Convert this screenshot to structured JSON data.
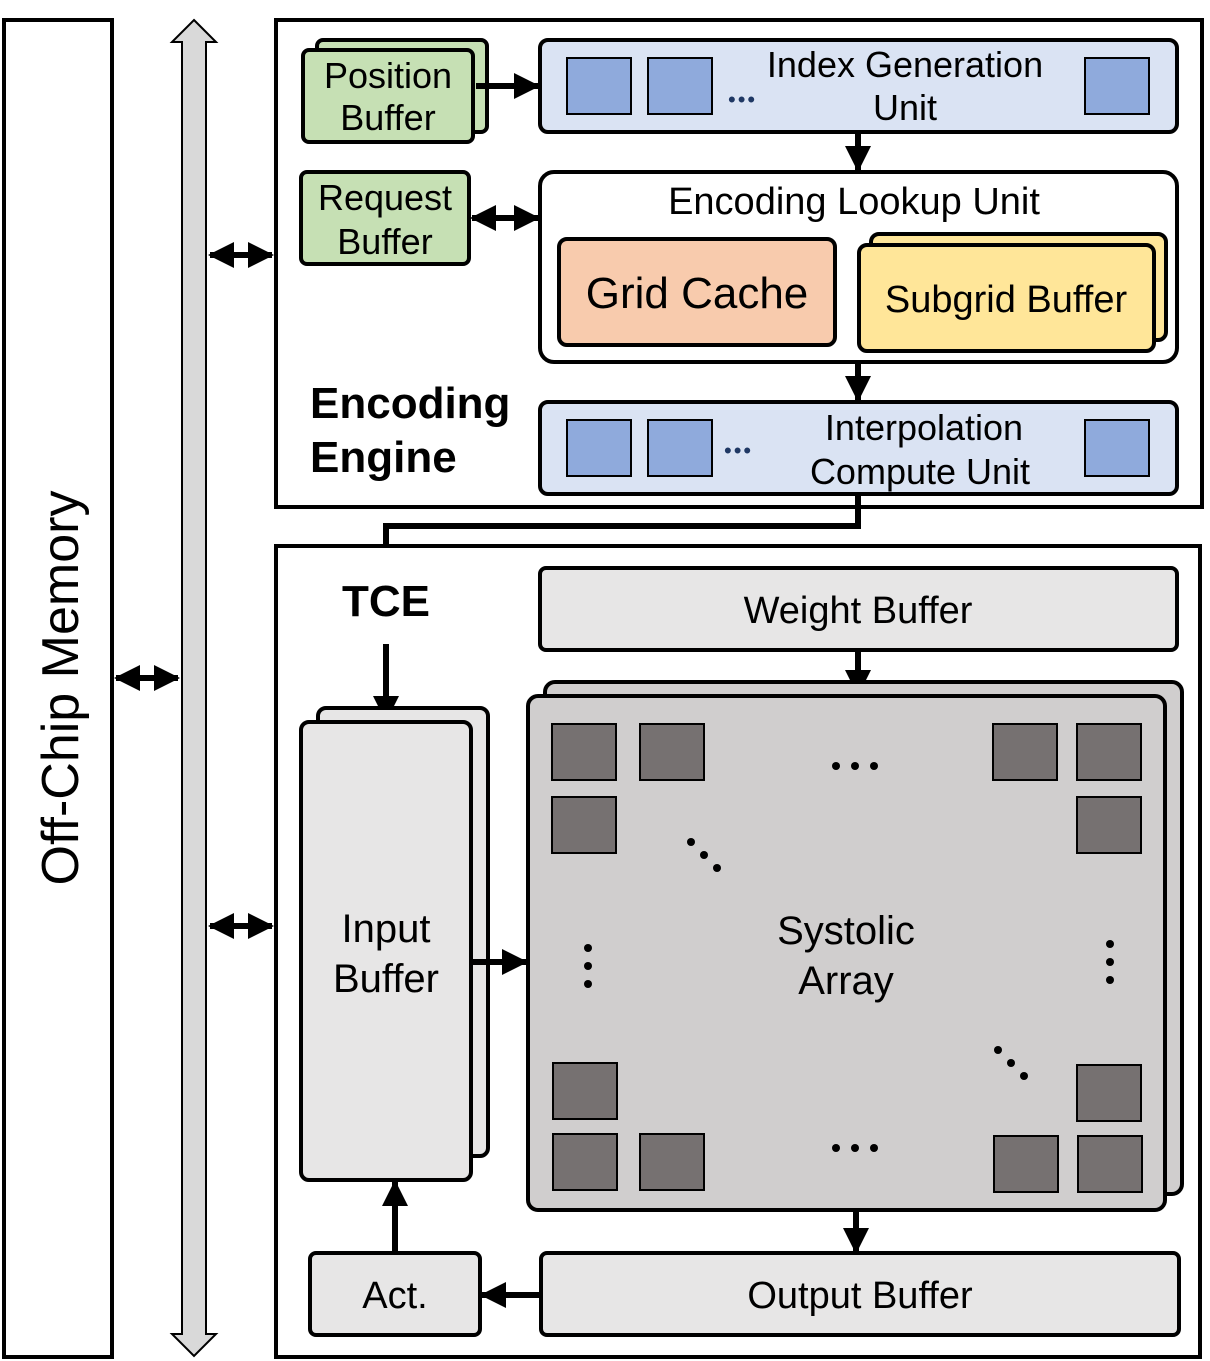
{
  "off_chip_memory": "Off-Chip Memory",
  "encoding_engine": {
    "title_line1": "Encoding",
    "title_line2": "Engine",
    "position_buffer": [
      "Position",
      "Buffer"
    ],
    "request_buffer": [
      "Request",
      "Buffer"
    ],
    "index_generation_unit": [
      "Index Generation",
      "Unit"
    ],
    "encoding_lookup_unit": "Encoding Lookup Unit",
    "grid_cache": "Grid Cache",
    "subgrid_buffer": "Subgrid Buffer",
    "interpolation_compute_unit": [
      "Interpolation",
      "Compute Unit"
    ],
    "ellipsis": "•••"
  },
  "tce": {
    "title": "TCE",
    "weight_buffer": "Weight Buffer",
    "input_buffer": [
      "Input",
      "Buffer"
    ],
    "systolic_array": [
      "Systolic",
      "Array"
    ],
    "output_buffer": "Output Buffer",
    "activation": "Act."
  },
  "colors": {
    "green_buffer": "#c6e0b4",
    "blue_unit": "#dae3f3",
    "blue_cell": "#8faadc",
    "grid_cache": "#f8cbad",
    "subgrid_buffer": "#ffe699",
    "light_gray": "#e7e6e6",
    "array_gray": "#d0cece",
    "pe_gray": "#767171",
    "bus_gray": "#d9d9d9"
  }
}
